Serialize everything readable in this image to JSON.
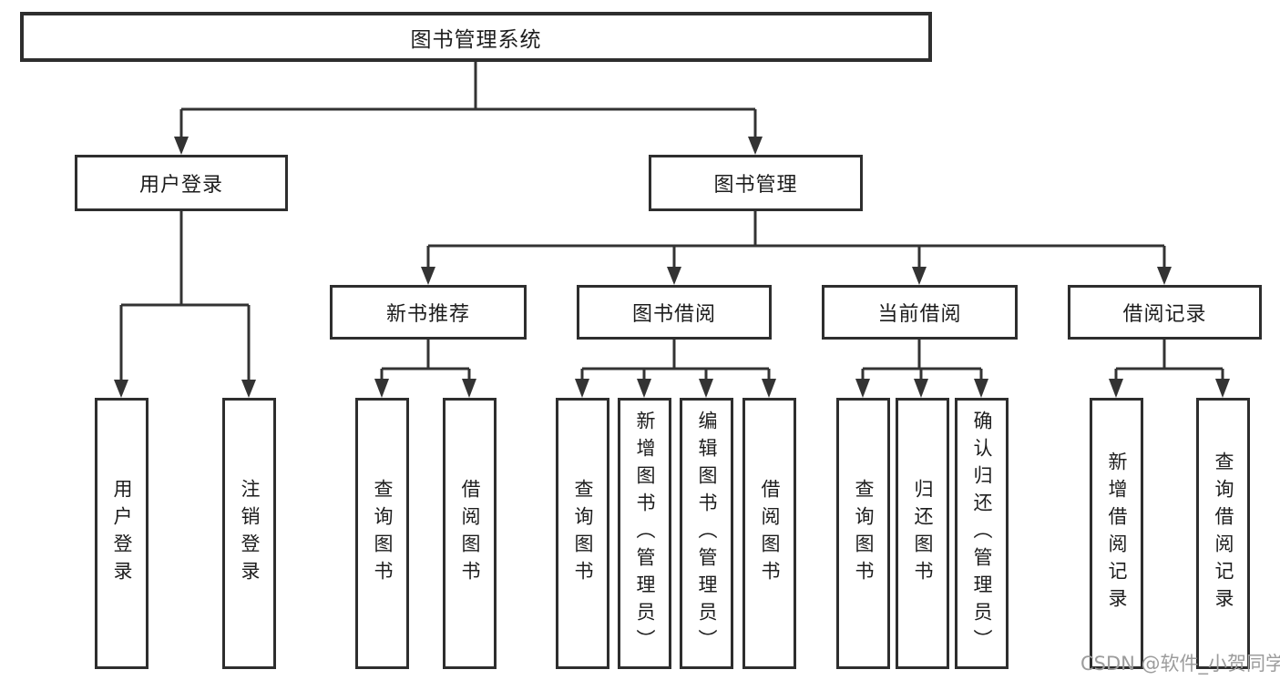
{
  "tree": {
    "title": "图书管理系统",
    "branches": [
      {
        "label": "用户登录",
        "children": [
          {
            "label": "用户登录"
          },
          {
            "label": "注销登录"
          }
        ]
      },
      {
        "label": "图书管理",
        "children": [
          {
            "label": "新书推荐",
            "children": [
              {
                "label": "查询图书"
              },
              {
                "label": "借阅图书"
              }
            ]
          },
          {
            "label": "图书借阅",
            "children": [
              {
                "label": "查询图书"
              },
              {
                "label": "新增图书（管理员）"
              },
              {
                "label": "编辑图书（管理员）"
              },
              {
                "label": "借阅图书"
              }
            ]
          },
          {
            "label": "当前借阅",
            "children": [
              {
                "label": "查询图书"
              },
              {
                "label": "归还图书"
              },
              {
                "label": "确认归还（管理员）"
              }
            ]
          },
          {
            "label": "借阅记录",
            "children": [
              {
                "label": "新增借阅记录"
              },
              {
                "label": "查询借阅记录"
              }
            ]
          }
        ]
      }
    ]
  },
  "watermark": {
    "text": "CSDN @软件_小贺同学"
  },
  "colors": {
    "line": "#333333",
    "border": "#2e2e2e",
    "text": "#1d1d1d",
    "watermark": "#9c9c9c",
    "background": "#ffffff"
  }
}
